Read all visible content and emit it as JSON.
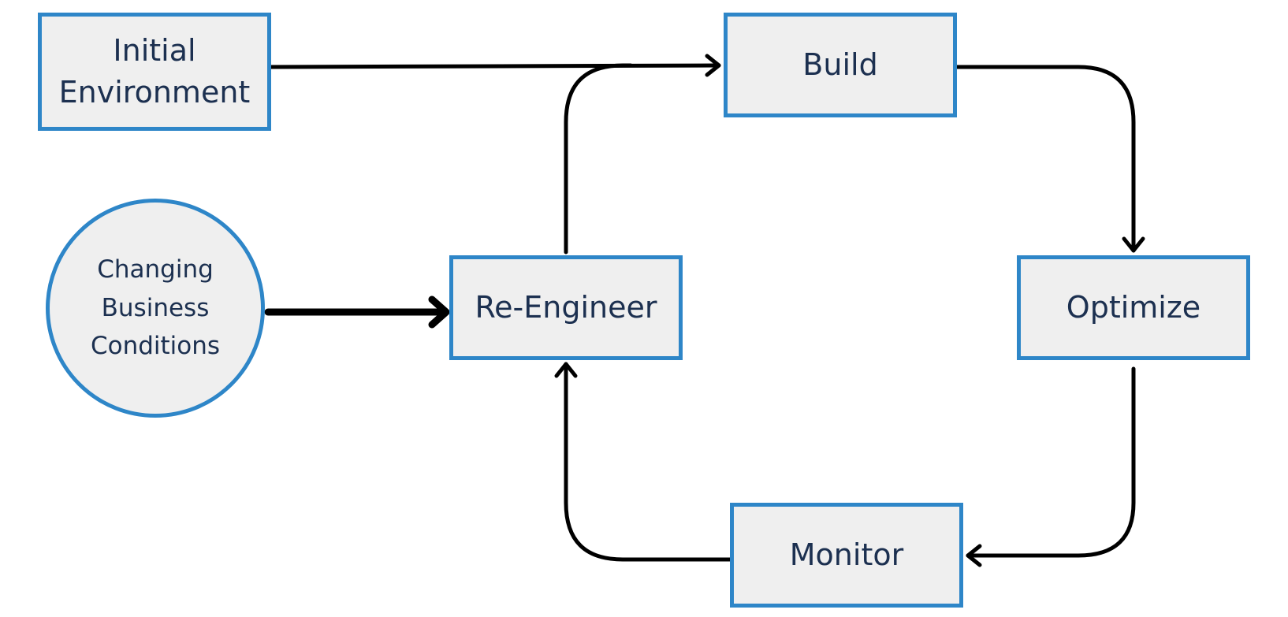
{
  "diagram": {
    "nodes": {
      "initial_environment": "Initial\nEnvironment",
      "changing_business_conditions": "Changing\nBusiness\nConditions",
      "build": "Build",
      "re_engineer": "Re-Engineer",
      "optimize": "Optimize",
      "monitor": "Monitor"
    },
    "edges": [
      {
        "from": "initial_environment",
        "to": "build"
      },
      {
        "from": "build",
        "to": "optimize"
      },
      {
        "from": "optimize",
        "to": "monitor"
      },
      {
        "from": "monitor",
        "to": "re_engineer"
      },
      {
        "from": "re_engineer",
        "to": "build"
      },
      {
        "from": "changing_business_conditions",
        "to": "re_engineer"
      }
    ],
    "colors": {
      "node_border": "#2e86c8",
      "node_fill": "#efefef",
      "node_text": "#1c3050",
      "connector": "#000000"
    }
  }
}
